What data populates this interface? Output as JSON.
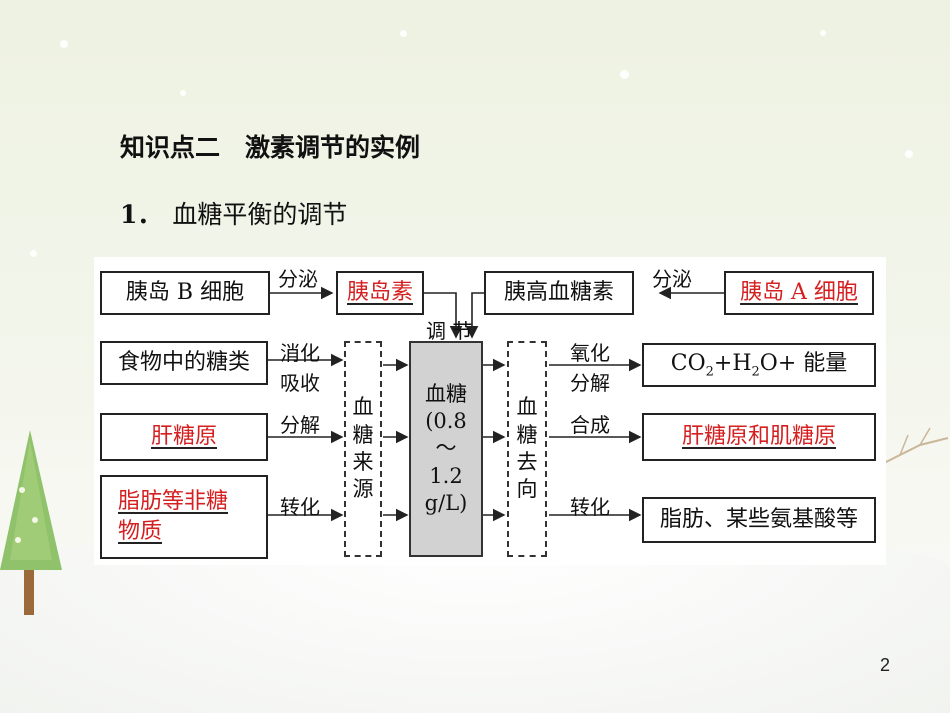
{
  "title": "知识点二　激素调节的实例",
  "subtitle_num": "1．",
  "subtitle": "血糖平衡的调节",
  "diagram": {
    "b_cell": "胰岛 B 细胞",
    "insulin": "胰岛素",
    "glucagon": "胰高血糖素",
    "a_cell": "胰岛 A 细胞",
    "secrete_left": "分泌",
    "secrete_right": "分泌",
    "regulate": "调 节",
    "food": "食物中的糖类",
    "digest1": "消化",
    "digest2": "吸收",
    "glycogen": "肝糖原",
    "decompose_left": "分解",
    "nonsugar1": "脂肪等非糖",
    "nonsugar2": "物质",
    "convert_left": "转化",
    "source": "血糖来源",
    "center1": "血糖",
    "center2": "(0.8",
    "center3": "～",
    "center4": "1.2",
    "center5": "g/L)",
    "destination": "血糖去向",
    "oxidize1": "氧化",
    "oxidize2": "分解",
    "synthesize": "合成",
    "convert_right": "转化",
    "energy_prefix": "CO",
    "energy_sub1": "2",
    "energy_mid": "+H",
    "energy_sub2": "2",
    "energy_suffix": "O+ 能量",
    "glycogen2": "肝糖原和肌糖原",
    "fat": "脂肪、某些氨基酸等"
  },
  "page_number": "2"
}
